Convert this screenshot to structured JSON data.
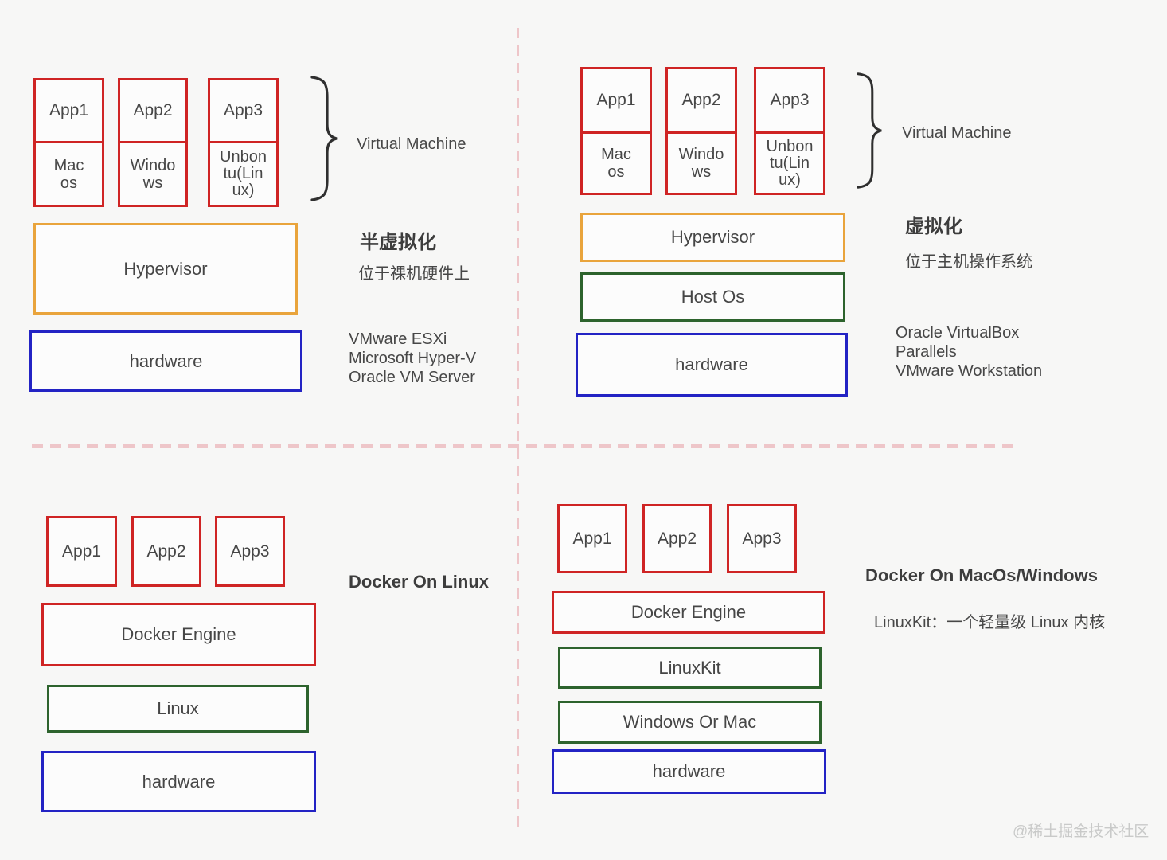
{
  "colors": {
    "red": "#cf2424",
    "orange": "#e9a43c",
    "green": "#2d632d",
    "blue": "#2323c4",
    "divider_pink": "#eec6c9",
    "background": "#f7f7f6",
    "text": "#474747",
    "watermark_gray": "#c9cac9"
  },
  "watermark": "@稀土掘金技术社区",
  "top_left": {
    "columns": [
      {
        "app": "App1",
        "os": "Mac\nos"
      },
      {
        "app": "App2",
        "os": "Windo\nws"
      },
      {
        "app": "App3",
        "os": "Unbon\ntu(Lin\nux)"
      }
    ],
    "brace_label": "Virtual Machine",
    "layers": [
      {
        "label": "Hypervisor"
      },
      {
        "label": "hardware"
      }
    ],
    "title": "半虚拟化",
    "subtitle": "位于裸机硬件上",
    "examples": "VMware ESXi\nMicrosoft Hyper-V\nOracle VM Server"
  },
  "top_right": {
    "columns": [
      {
        "app": "App1",
        "os": "Mac\nos"
      },
      {
        "app": "App2",
        "os": "Windo\nws"
      },
      {
        "app": "App3",
        "os": "Unbon\ntu(Lin\nux)"
      }
    ],
    "brace_label": "Virtual Machine",
    "layers": [
      {
        "label": "Hypervisor"
      },
      {
        "label": "Host Os"
      },
      {
        "label": "hardware"
      }
    ],
    "title": "虚拟化",
    "subtitle": "位于主机操作系统",
    "examples": "Oracle VirtualBox\nParallels\nVMware Workstation"
  },
  "bottom_left": {
    "apps": [
      "App1",
      "App2",
      "App3"
    ],
    "title": "Docker On Linux",
    "layers": [
      {
        "label": "Docker Engine"
      },
      {
        "label": "Linux"
      },
      {
        "label": "hardware"
      }
    ]
  },
  "bottom_right": {
    "apps": [
      "App1",
      "App2",
      "App3"
    ],
    "title": "Docker On MacOs/Windows",
    "note": "LinuxKit：一个轻量级 Linux 内核",
    "layers": [
      {
        "label": "Docker Engine"
      },
      {
        "label": "LinuxKit"
      },
      {
        "label": "Windows Or Mac"
      },
      {
        "label": "hardware"
      }
    ]
  }
}
